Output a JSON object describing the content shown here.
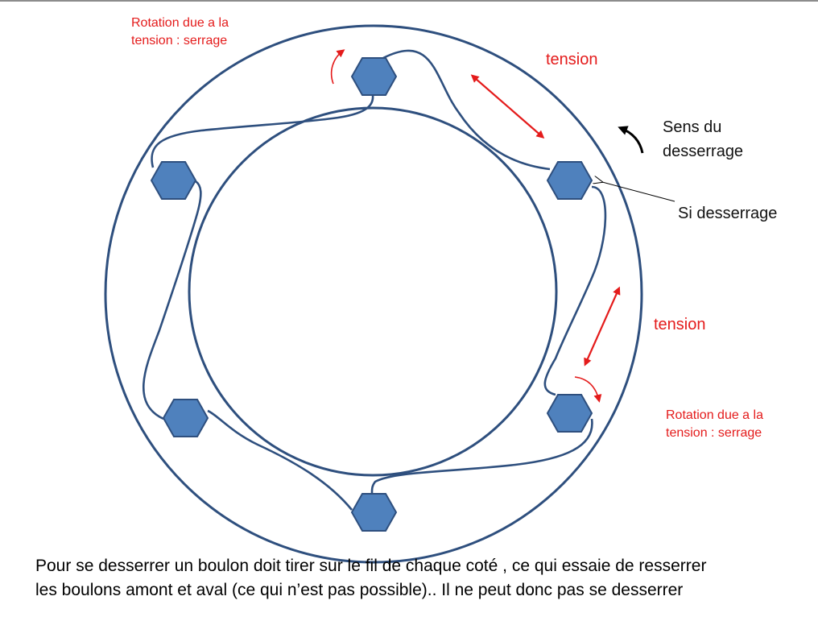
{
  "labels": {
    "rotation_top": [
      "Rotation due a la",
      "tension : serrage"
    ],
    "rotation_bottom": [
      "Rotation due a la",
      "tension : serrage"
    ],
    "tension_top": "tension",
    "tension_right": "tension",
    "sens_du_desserrage": [
      "Sens du",
      "desserrage"
    ],
    "si_desserrage": "Si desserrage"
  },
  "caption": [
    "Pour se desserrer un boulon doit tirer  sur le fil de chaque coté  , ce qui  essaie de resserrer",
    "les boulons amont et aval (ce qui n’est pas possible).. Il ne peut donc pas se desserrer"
  ],
  "colors": {
    "ring_stroke": "#2e4f7e",
    "bolt_fill": "#4f81bd",
    "bolt_stroke": "#2e4f7e",
    "accent_red": "#e41b1b",
    "text_black": "#111111"
  }
}
